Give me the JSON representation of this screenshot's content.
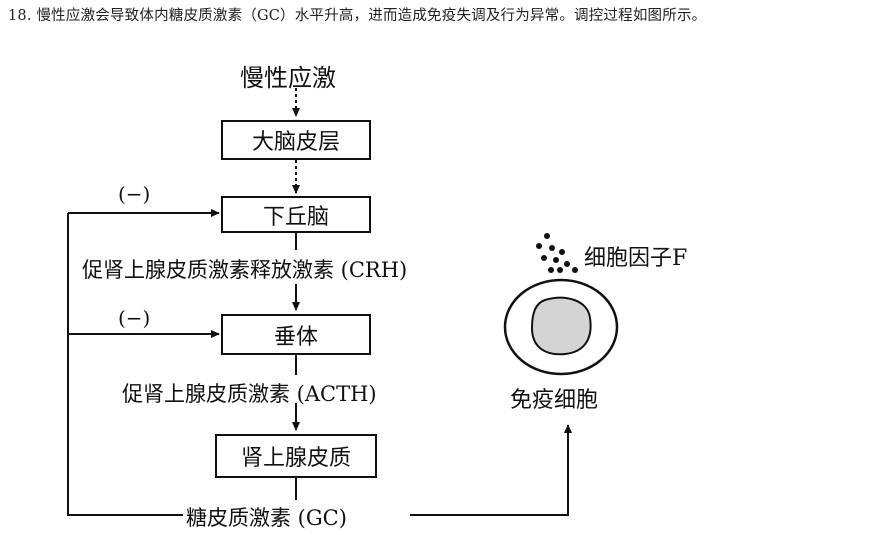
{
  "question": "18. 慢性应激会导致体内糖皮质激素（GC）水平升高，进而造成免疫失调及行为异常。调控过程如图所示。",
  "diagram": {
    "stimulus": "慢性应激",
    "cortex": "大脑皮层",
    "hypothalamus": "下丘脑",
    "crh": "促肾上腺皮质激素释放激素 (CRH)",
    "pituitary": "垂体",
    "acth": "促肾上腺皮质激素 (ACTH)",
    "adrenal": "肾上腺皮质",
    "gc": "糖皮质激素 (GC)",
    "feedback_top": "(−)",
    "feedback_mid": "(−)",
    "cytokine": "细胞因子F",
    "immune_cell": "免疫细胞"
  }
}
